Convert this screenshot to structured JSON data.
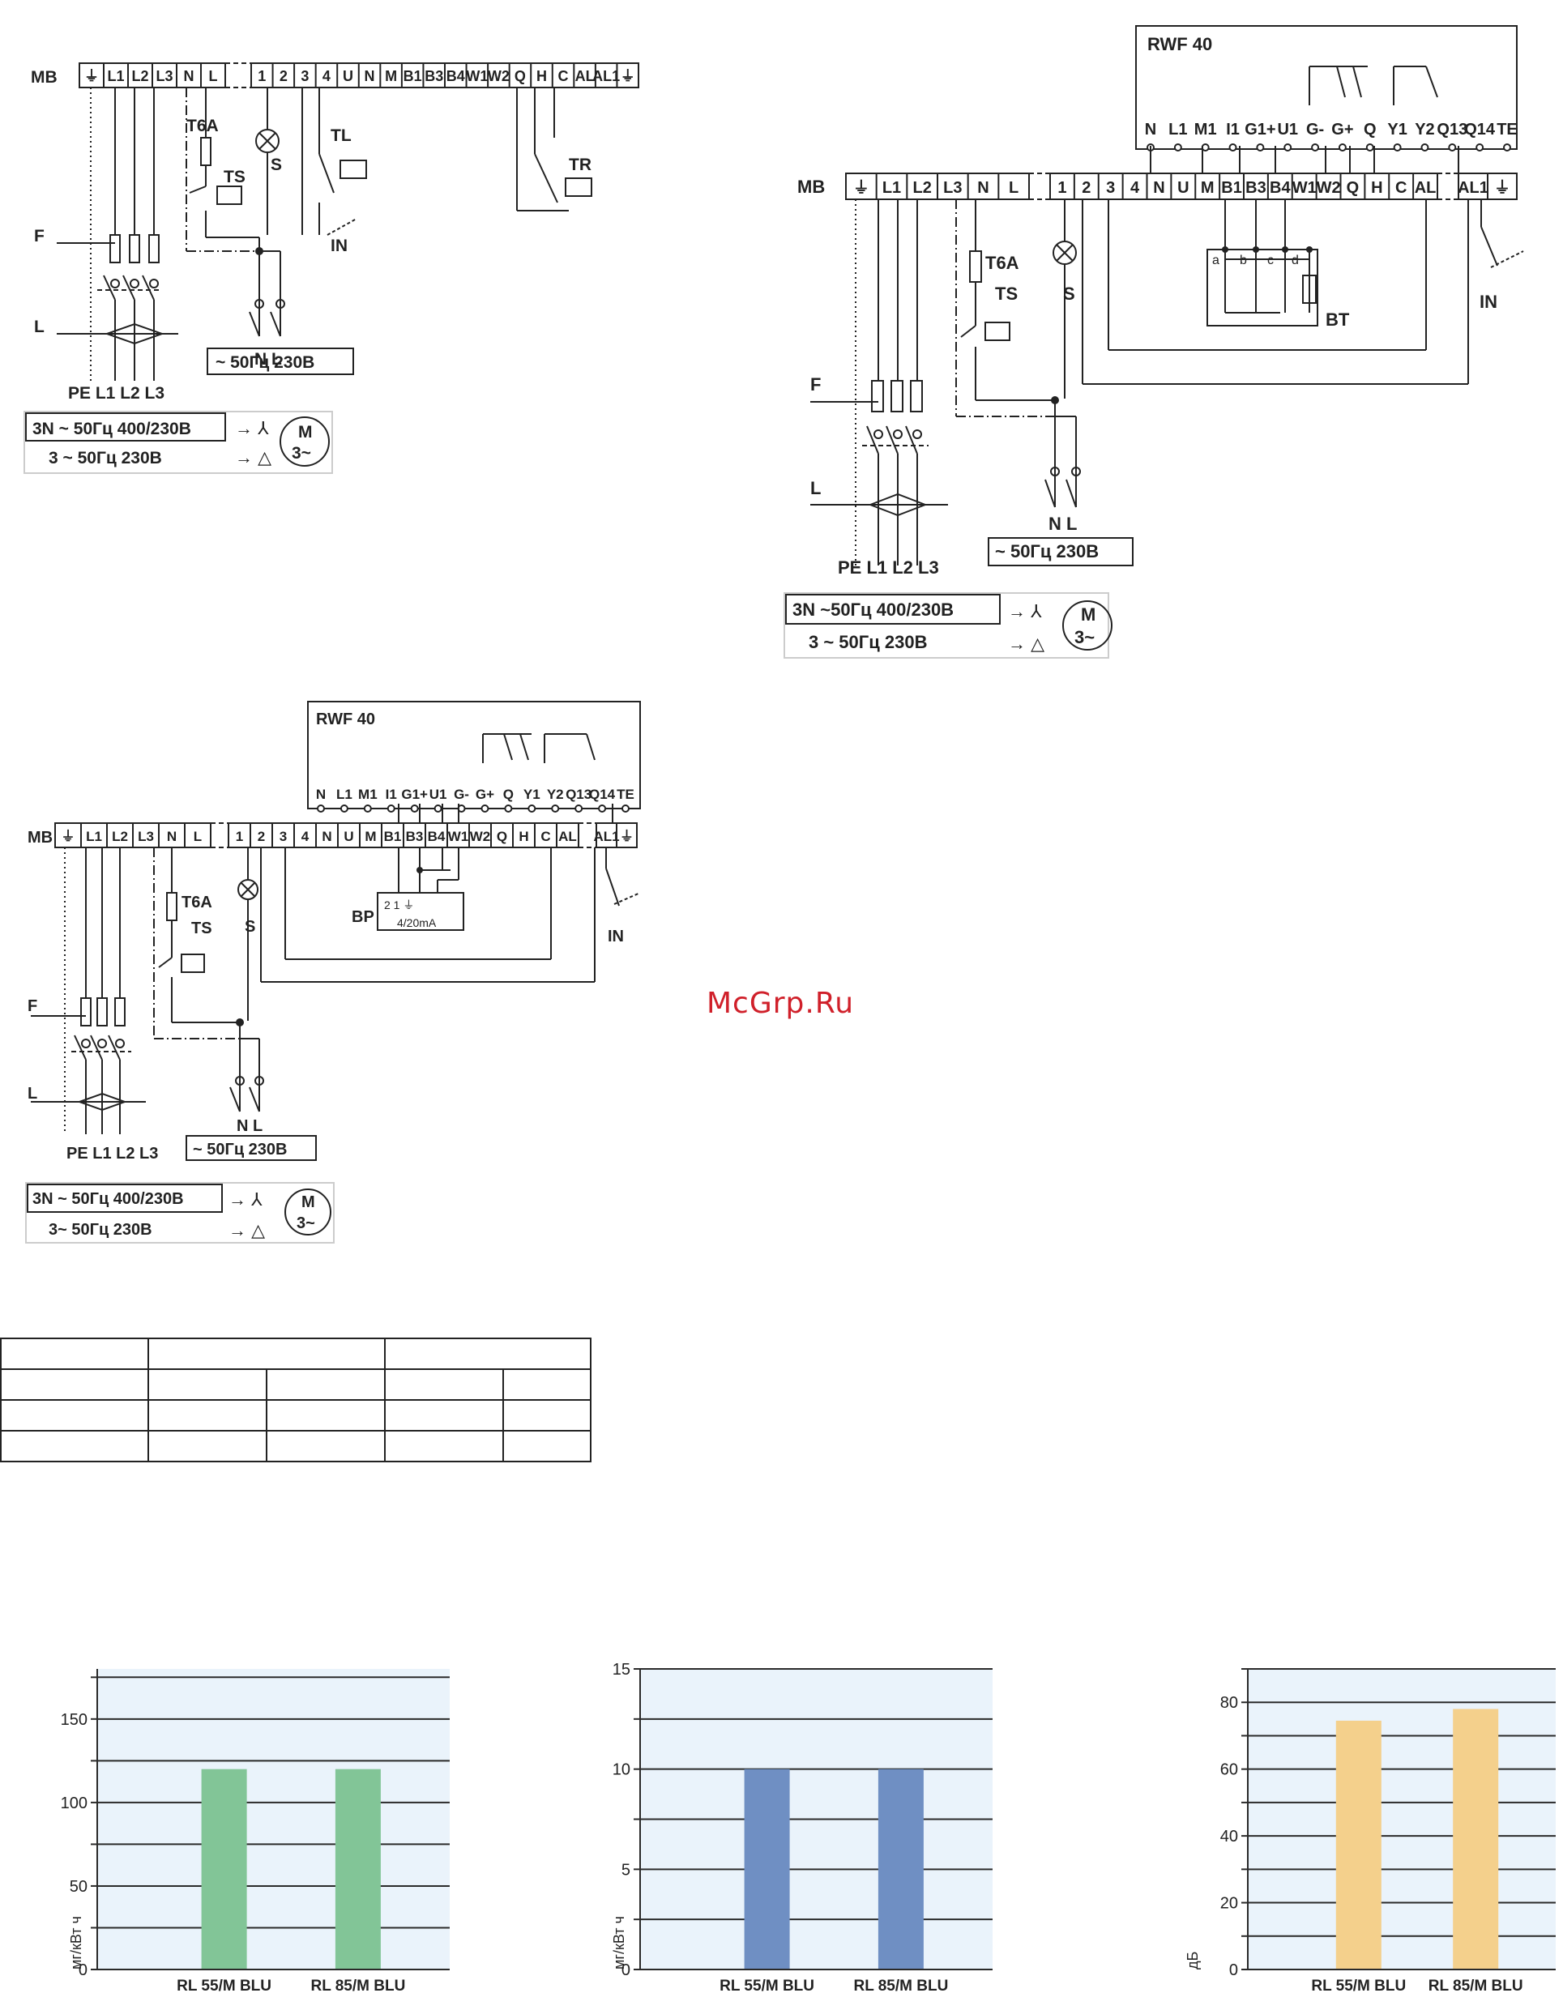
{
  "diagram1": {
    "mb": "MB",
    "terminals": [
      "⏚",
      "L1",
      "L2",
      "L3",
      "N",
      "L",
      "1",
      "2",
      "3",
      "4",
      "U",
      "N",
      "M",
      "B1",
      "B3",
      "B4",
      "W1",
      "W2",
      "Q",
      "H",
      "C",
      "AL",
      "AL1",
      "⏚"
    ],
    "t6a": "T6A",
    "ts": "TS",
    "s": "S",
    "tl": "TL",
    "tr": "TR",
    "in": "IN",
    "f": "F",
    "l": "L",
    "pe": "PE L1 L2 L3",
    "nl": "N  L",
    "supply": "~ 50Гц  230В",
    "motor_line1": "3N ~ 50Гц  400/230В",
    "motor_line2": "3 ~ 50Гц  230В",
    "motor": "M",
    "motor_sub": "3~"
  },
  "diagram2": {
    "rwf": "RWF 40",
    "rwf_terminals": [
      "N",
      "L1",
      "M1",
      "I1",
      "G1+",
      "U1",
      "G-",
      "G+",
      "Q",
      "Y1",
      "Y2",
      "Q13",
      "Q14",
      "TE"
    ],
    "mb": "MB",
    "terminals": [
      "⏚",
      "L1",
      "L2",
      "L3",
      "N",
      "L",
      "1",
      "2",
      "3",
      "4",
      "N",
      "U",
      "M",
      "B1",
      "B3",
      "B4",
      "W1",
      "W2",
      "Q",
      "H",
      "C",
      "AL",
      "AL1",
      "⏚"
    ],
    "t6a": "T6A",
    "ts": "TS",
    "s": "S",
    "bt": "BT",
    "in": "IN",
    "abcd": [
      "a",
      "b",
      "c",
      "d"
    ],
    "f": "F",
    "l": "L",
    "pe": "PE L1 L2 L3",
    "nl": "N  L",
    "supply": "~ 50Гц  230В",
    "motor_line1": "3N ~50Гц  400/230В",
    "motor_line2": "3 ~ 50Гц  230В",
    "motor": "M",
    "motor_sub": "3~"
  },
  "diagram3": {
    "rwf": "RWF 40",
    "rwf_terminals": [
      "N",
      "L1",
      "M1",
      "I1",
      "G1+",
      "U1",
      "G-",
      "G+",
      "Q",
      "Y1",
      "Y2",
      "Q13",
      "Q14",
      "TE"
    ],
    "mb": "MB",
    "terminals": [
      "⏚",
      "L1",
      "L2",
      "L3",
      "N",
      "L",
      "1",
      "2",
      "3",
      "4",
      "N",
      "U",
      "M",
      "B1",
      "B3",
      "B4",
      "W1",
      "W2",
      "Q",
      "H",
      "C",
      "AL",
      "AL1",
      "⏚"
    ],
    "t6a": "T6A",
    "ts": "TS",
    "s": "S",
    "bp": "BP",
    "bp_pins": "2  1  ⏚",
    "bp_range": "4/20mA",
    "in": "IN",
    "f": "F",
    "l": "L",
    "pe": "PE L1 L2 L3",
    "nl": "N  L",
    "supply": "~ 50Гц  230В",
    "motor_line1": "3N ~ 50Гц  400/230В",
    "motor_line2": "3~  50Гц  230В",
    "motor": "M",
    "motor_sub": "3~"
  },
  "watermark": "McGrp.Ru",
  "colors": {
    "green": "#82c597",
    "blue": "#6f8fc3",
    "yellow": "#f4d08c",
    "plot_bg": "#eaf3fb"
  },
  "chart_data": [
    {
      "type": "bar",
      "categories": [
        "RL 55/M BLU",
        "RL 85/M BLU"
      ],
      "values": [
        120,
        120
      ],
      "ylabel": "мг/кВт ч",
      "ylim": [
        0,
        180
      ],
      "yticks": [
        0,
        50,
        100,
        150
      ],
      "grid": true
    },
    {
      "type": "bar",
      "categories": [
        "RL 55/M BLU",
        "RL 85/M BLU"
      ],
      "values": [
        10,
        10
      ],
      "ylabel": "мг/кВт ч",
      "ylim": [
        0,
        15
      ],
      "yticks": [
        0,
        5,
        10,
        15
      ],
      "grid": true
    },
    {
      "type": "bar",
      "categories": [
        "RL 55/M BLU",
        "RL 85/M BLU"
      ],
      "values": [
        74.5,
        78
      ],
      "ylabel": "дБ",
      "ylim": [
        0,
        90
      ],
      "yticks": [
        0,
        20,
        40,
        60,
        80
      ],
      "grid": true
    }
  ]
}
